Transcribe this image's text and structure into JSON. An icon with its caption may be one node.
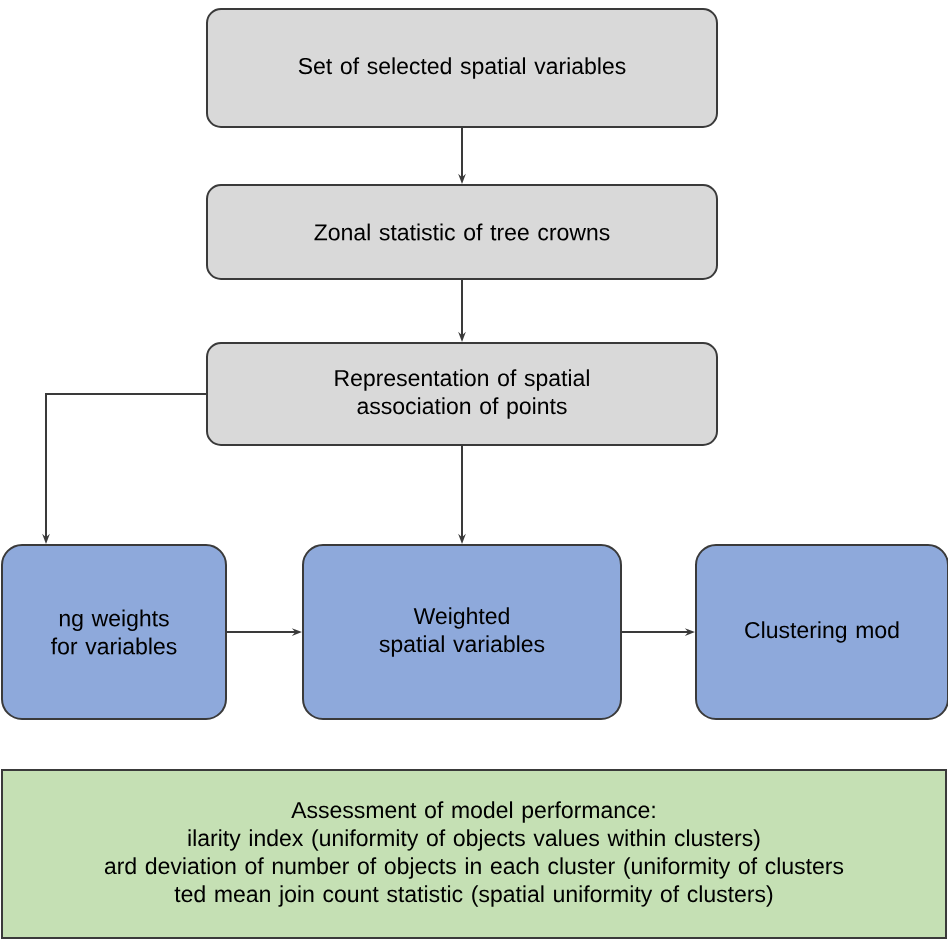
{
  "diagram": {
    "nodes": [
      {
        "text": [
          "Set of selected spatial variables"
        ]
      },
      {
        "text": [
          "Zonal statistic of tree crowns"
        ]
      },
      {
        "text": [
          "Representation of spatial association of points"
        ]
      },
      {
        "text": [
          "ng weights for variables"
        ]
      },
      {
        "text": [
          "Weighted spatial variables"
        ]
      },
      {
        "text": [
          "Clustering mod"
        ]
      },
      {
        "text": [
          "Assessment of model performance:",
          "ilarity index (uniformity of objects values within clusters)",
          "ard deviation of number of objects in each cluster (uniformity of clusters",
          "ted mean join count statistic (spatial uniformity of clusters)"
        ]
      }
    ],
    "edges": [
      {
        "from": 0,
        "to": 1,
        "arrow": "to"
      },
      {
        "from": 1,
        "to": 2,
        "arrow": "to"
      },
      {
        "from": 2,
        "to": 3,
        "arrow": "to"
      },
      {
        "from": 2,
        "to": 4,
        "arrow": "to"
      },
      {
        "from": 3,
        "to": 4,
        "arrow": "to"
      },
      {
        "from": 4,
        "to": 5,
        "arrow": "to"
      }
    ]
  }
}
